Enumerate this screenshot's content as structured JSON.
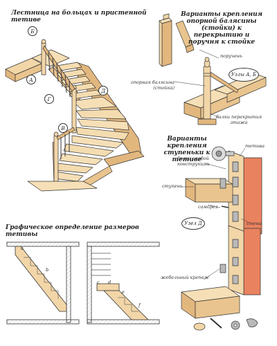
{
  "titles": {
    "main": "Лестница на больцах и пристенной тетиве",
    "fasten_posts": "Варианты крепления опорной балясины (стойки) к перекрытию и поручня к стойке",
    "fasten_steps": "Варианты крепления ступеньки к тетиве",
    "graphic": "Графическое определение размеров тетивы"
  },
  "nodes": {
    "a": "А",
    "b": "Б",
    "v": "В",
    "g": "Г",
    "d": "Д"
  },
  "labels": {
    "handrail": "поручень",
    "support_post": "опорная балясина (стойка)",
    "floor_beams": "балки перекрытия этажа",
    "nodes_ab": "Узлы А, Б",
    "stringer": "тетива",
    "special_bolt": "больц особой конструкции",
    "step": "ступень",
    "screw": "саморез",
    "wall": "стена",
    "node_d": "Узел Д",
    "clamp": "жебельный крепеж"
  },
  "graph_letters": {
    "a": "a",
    "b": "b",
    "c": "c",
    "d": "d",
    "e": "e",
    "f": "f"
  },
  "colors": {
    "wood": "#f2d6a8",
    "wood_dark": "#e2b77e",
    "wall": "#e9825f",
    "metal": "#b9b9b9",
    "line": "#333333"
  }
}
